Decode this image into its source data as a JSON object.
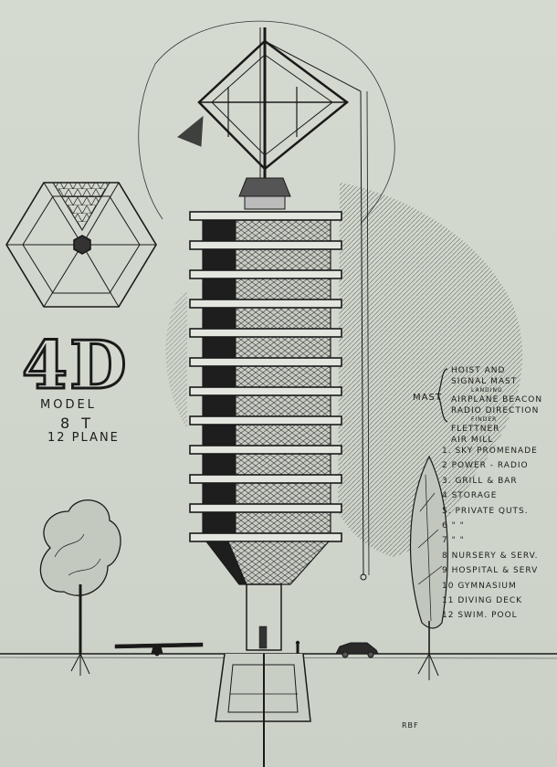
{
  "title_mark": "4D",
  "model_label": "MODEL",
  "model_number": "8 T",
  "plane_label": "12 PLANE",
  "mast": {
    "label": "MAST",
    "items": [
      "HOIST AND",
      "SIGNAL MAST",
      "LANDING",
      "AIRPLANE BEACON",
      "RADIO DIRECTION",
      "FINDER",
      "FLETTNER",
      "AIR MILL"
    ]
  },
  "floors": [
    "1. SKY PROMENADE",
    "2 POWER - RADIO",
    "3. GRILL & BAR",
    "4 STORAGE",
    "5. PRIVATE QUTS.",
    "6   \"      \"",
    "7     \"      \"",
    "8 NURSERY & SERV.",
    "9 HOSPITAL & SERV",
    "10 GYMNASIUM",
    "11 DIVING DECK",
    "12 SWIM. POOL"
  ],
  "signature": "RBF",
  "colors": {
    "ink": "#1a1a1a",
    "paper": "#d3d8cf",
    "shade": "#8f958c"
  }
}
